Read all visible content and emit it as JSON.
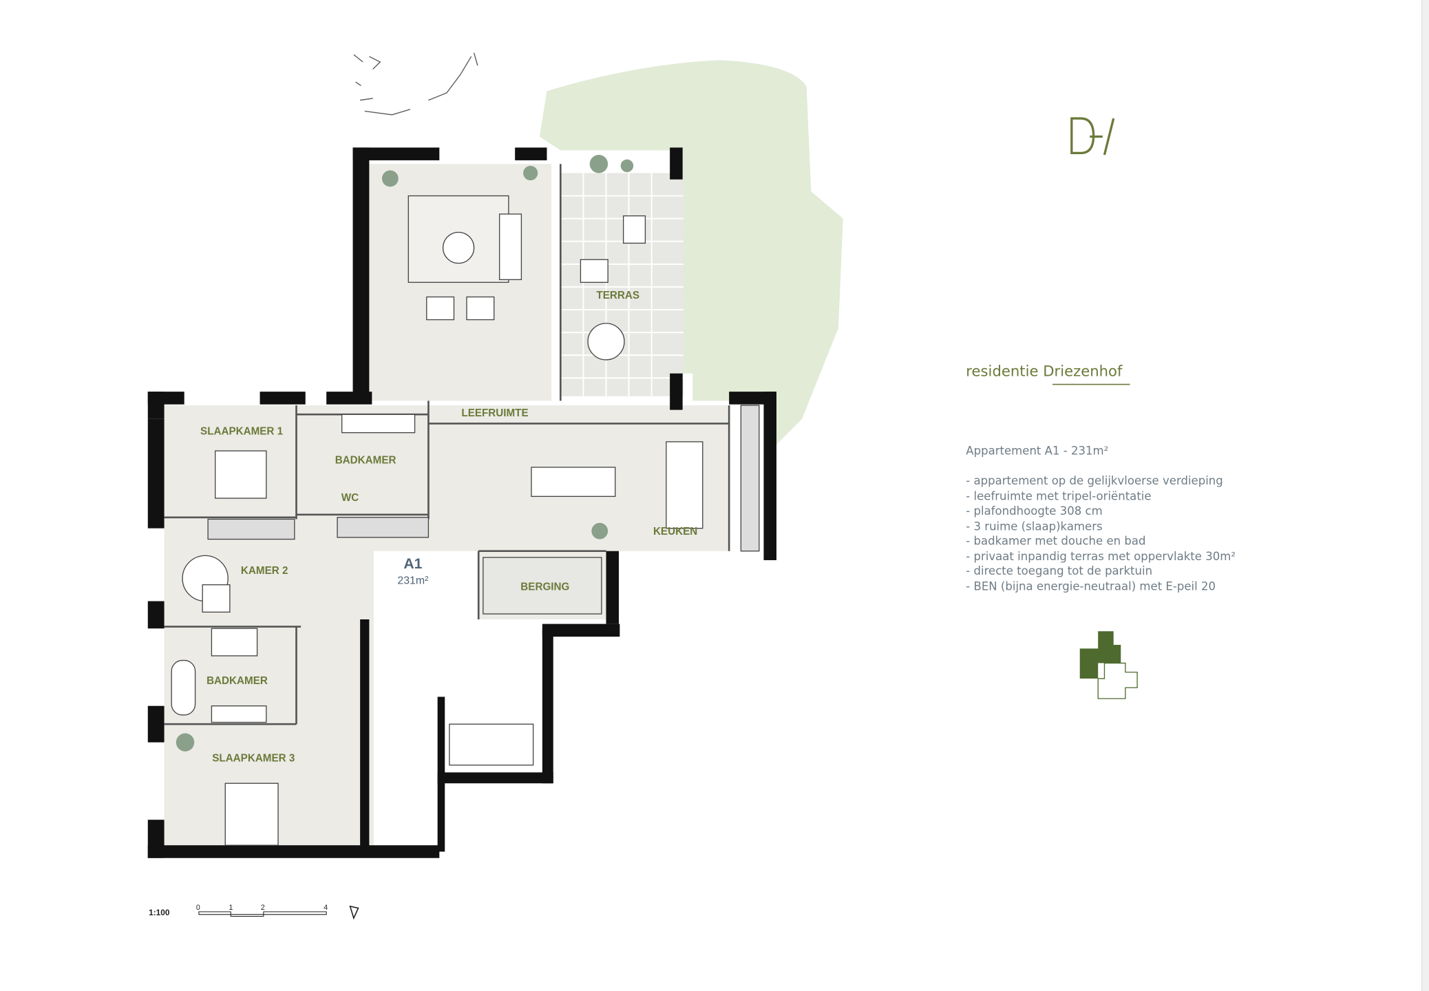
{
  "brand": {
    "logo_text": "D/",
    "accent_color": "#5a6b2e",
    "garden_color": "#e1ebd6"
  },
  "project": {
    "title": "residentie Driezenhof"
  },
  "apartment": {
    "heading": "Appartement A1 - 231m²",
    "features": [
      "- appartement op de gelijkvloerse verdieping",
      "- leefruimte met tripel-oriëntatie",
      "- plafondhoogte 308 cm",
      "- 3 ruime (slaap)kamers",
      "- badkamer met douche en bad",
      "- privaat inpandig terras met oppervlakte 30m²",
      "- directe toegang tot de parktuin",
      "- BEN (bijna energie-neutraal) met E-peil 20"
    ]
  },
  "plan": {
    "unit_label": "A1",
    "unit_area": "231m²",
    "rooms": {
      "slaapkamer1": "SLAAPKAMER 1",
      "badkamer1": "BADKAMER",
      "wc": "WC",
      "leefruimte": "LEEFRUIMTE",
      "terras": "TERRAS",
      "keuken": "KEUKEN",
      "kamer2": "KAMER 2",
      "berging": "BERGING",
      "badkamer2": "BADKAMER",
      "slaapkamer3": "SLAAPKAMER 3"
    }
  },
  "scale": {
    "label": "1:100",
    "ticks": [
      "0",
      "1",
      "2",
      "4"
    ]
  }
}
